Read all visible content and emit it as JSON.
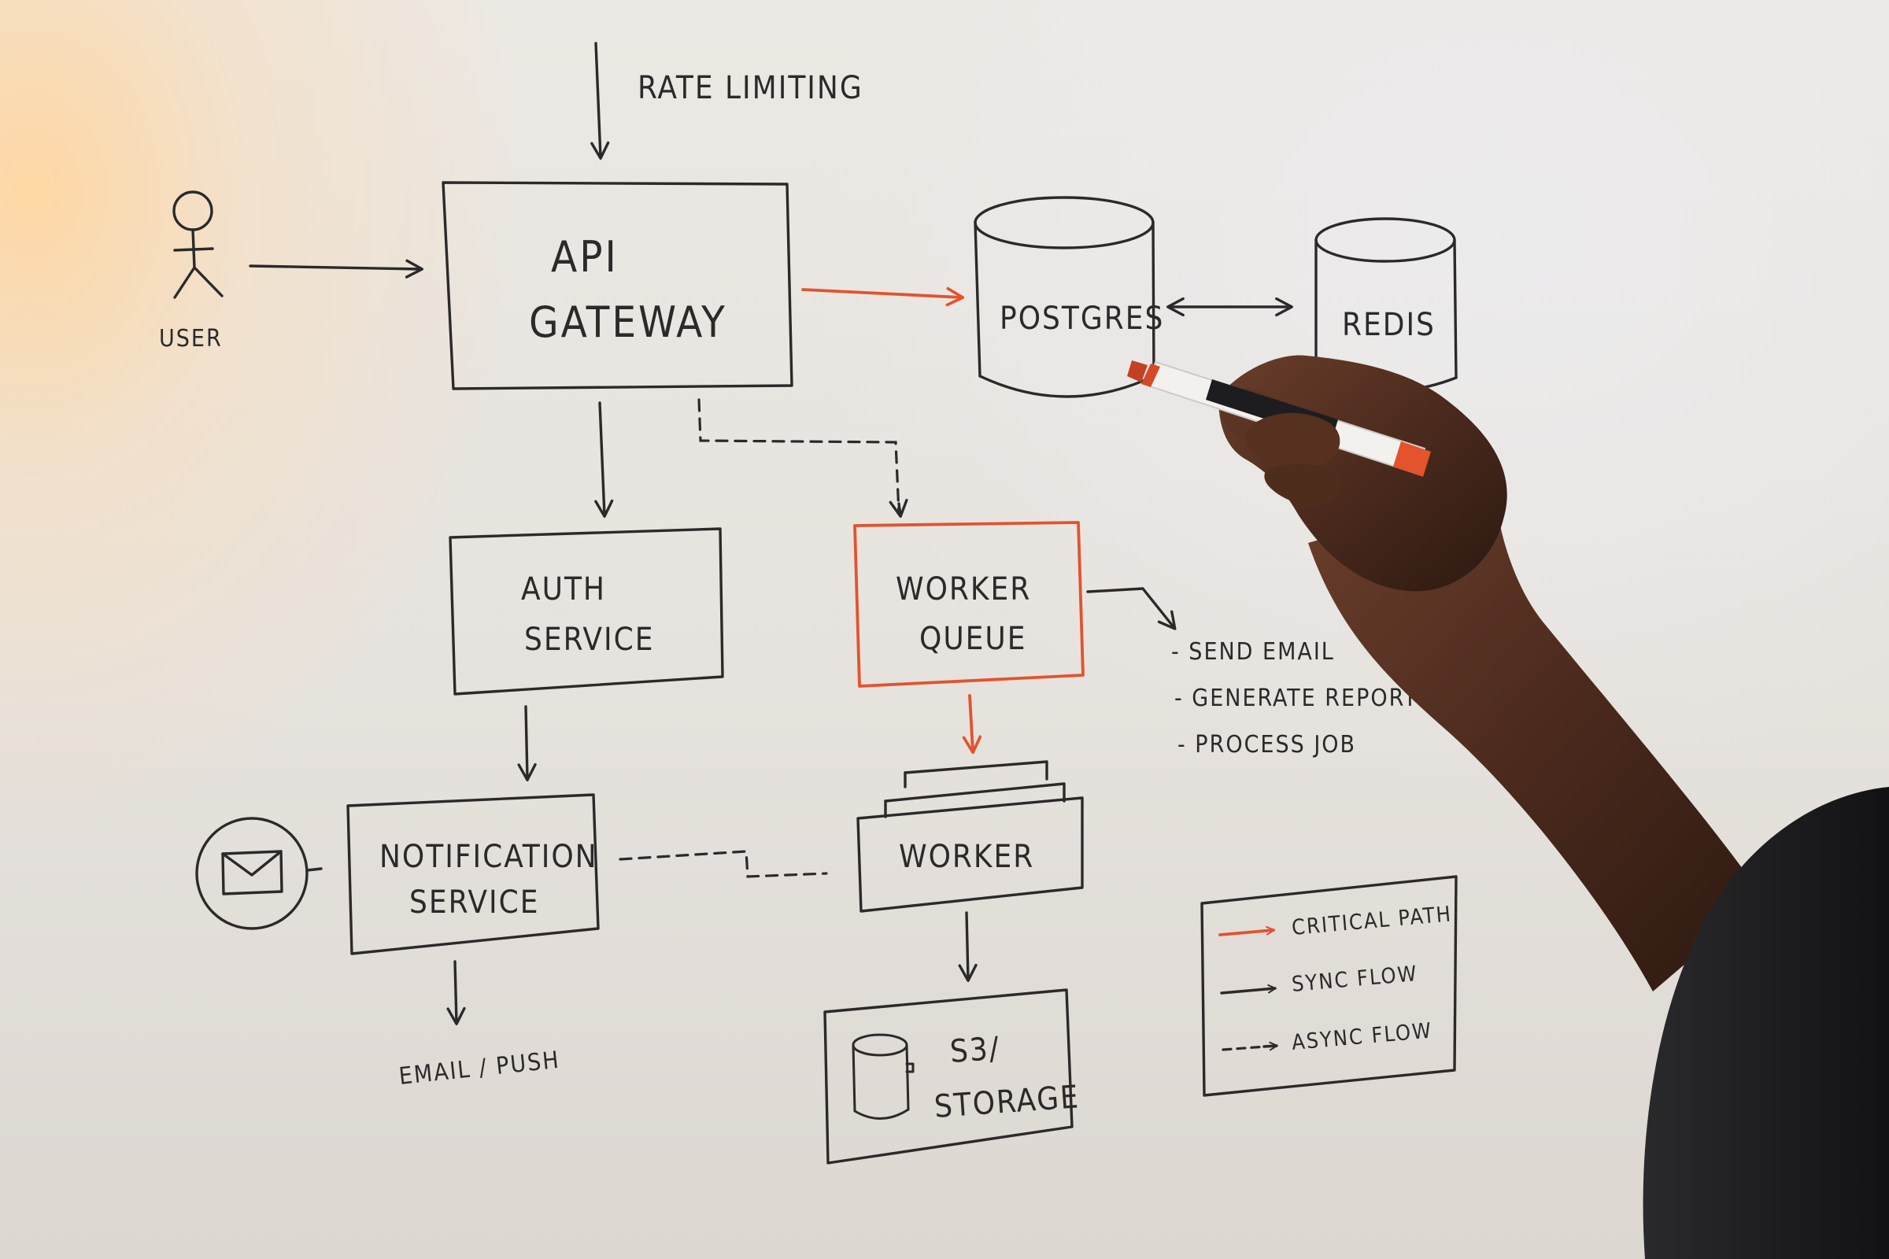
{
  "labels": {
    "rate_limiting": "RATE LIMITING",
    "user": "USER",
    "api_gateway_line1": "API",
    "api_gateway_line2": "GATEWAY",
    "postgres": "POSTGRES",
    "redis": "REDIS",
    "auth_line1": "AUTH",
    "auth_line2": "SERVICE",
    "worker_queue_line1": "WORKER",
    "worker_queue_line2": "QUEUE",
    "notification_line1": "NOTIFICATION",
    "notification_line2": "SERVICE",
    "worker": "WORKER",
    "storage_line1": "S3/",
    "storage_line2": "STORAGE",
    "email_push": "EMAIL / PUSH"
  },
  "jobs": [
    "- SEND EMAIL",
    "- GENERATE REPORT",
    "- PROCESS JOB"
  ],
  "legend": {
    "critical": "CRITICAL PATH",
    "sync": "SYNC FLOW",
    "async": "ASYNC FLOW"
  },
  "colors": {
    "ink": "#2b2a2a",
    "critical": "#e2532e",
    "board": "#e9e7e4"
  },
  "icons": [
    "stick-figure-icon",
    "envelope-icon",
    "database-icon",
    "marker-icon"
  ]
}
